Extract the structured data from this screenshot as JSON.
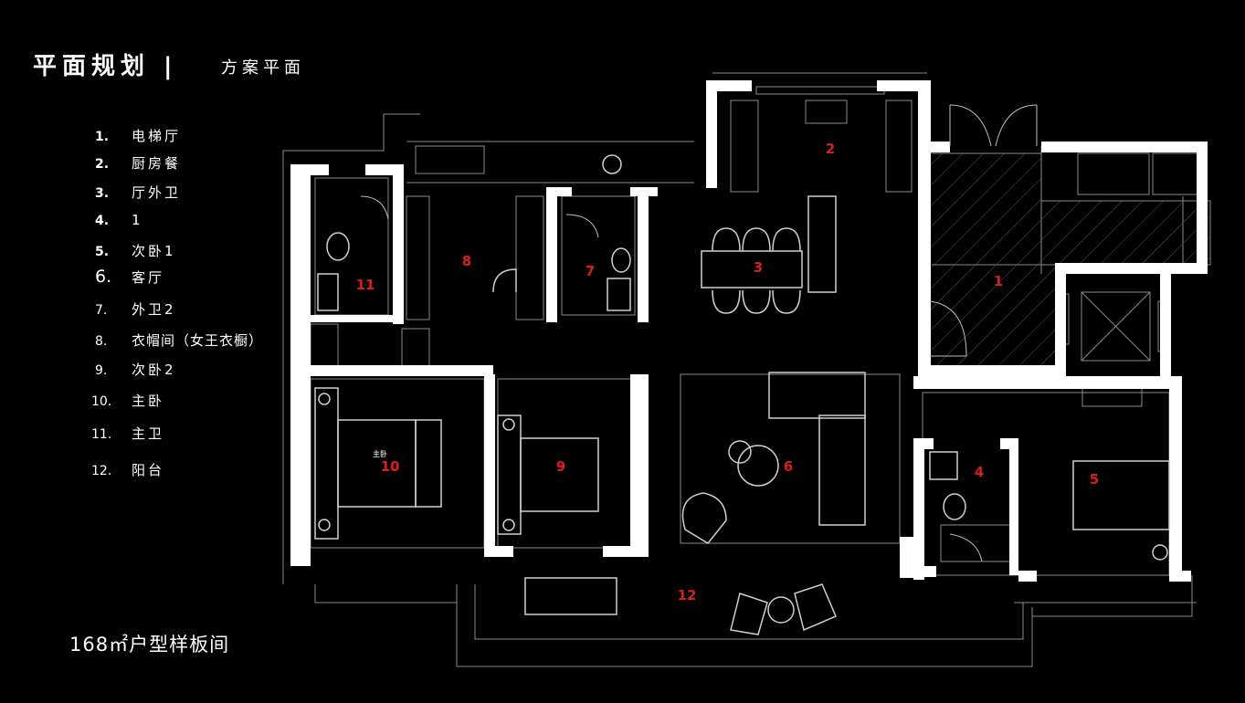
{
  "header": {
    "title": "平面规划 |",
    "subtitle": "方案平面"
  },
  "legend": [
    {
      "num": "1.",
      "label": "电梯厅",
      "bold": true
    },
    {
      "num": "2.",
      "label": "厨房餐",
      "bold": true
    },
    {
      "num": "3.",
      "label": "厅外卫",
      "bold": true
    },
    {
      "num": "4.",
      "label": "1",
      "bold": true
    },
    {
      "num": "5.",
      "label": "次卧1",
      "bold": true
    },
    {
      "num": "6.",
      "label": "客厅",
      "bold": false
    },
    {
      "num": "7.",
      "label": "外卫2",
      "bold": false
    },
    {
      "num": "8.",
      "label": "衣帽间（女王衣橱）",
      "bold": false
    },
    {
      "num": "9.",
      "label": "次卧2",
      "bold": false
    },
    {
      "num": "10.",
      "label": "主卧",
      "bold": false
    },
    {
      "num": "11.",
      "label": "主卫",
      "bold": false
    },
    {
      "num": "12.",
      "label": "阳台",
      "bold": false
    }
  ],
  "area_label": "168㎡户型样板间",
  "floor_plan": {
    "room_numbers": [
      "1",
      "2",
      "3",
      "4",
      "5",
      "6",
      "7",
      "8",
      "9",
      "10",
      "11",
      "12"
    ],
    "master_bed_text": "主卧",
    "colors": {
      "wall": "#ffffff",
      "room_number": "#d81e1e",
      "background": "#000000",
      "line": "#8a8a8a"
    }
  }
}
